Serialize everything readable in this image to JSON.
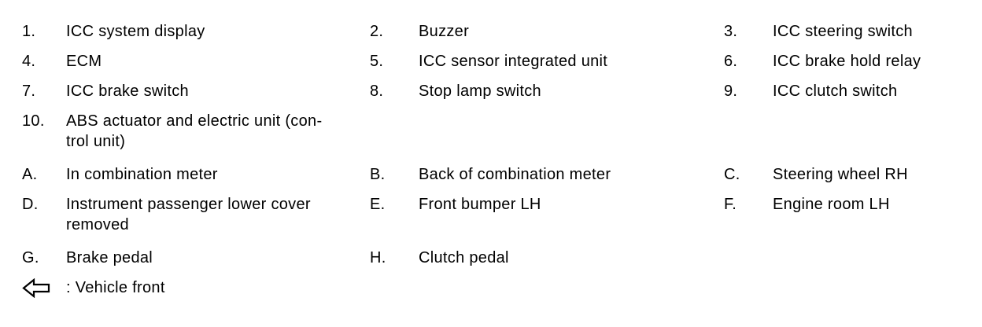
{
  "page": {
    "background": "#ffffff",
    "text_color": "#000000"
  },
  "legend": {
    "rows": [
      {
        "cells": [
          {
            "id": "1.",
            "label": "ICC system display"
          },
          {
            "id": "2.",
            "label": "Buzzer"
          },
          {
            "id": "3.",
            "label": "ICC steering switch"
          }
        ]
      },
      {
        "cells": [
          {
            "id": "4.",
            "label": "ECM"
          },
          {
            "id": "5.",
            "label": "ICC sensor integrated unit"
          },
          {
            "id": "6.",
            "label": "ICC brake hold relay"
          }
        ]
      },
      {
        "cells": [
          {
            "id": "7.",
            "label": "ICC brake switch"
          },
          {
            "id": "8.",
            "label": "Stop lamp switch"
          },
          {
            "id": "9.",
            "label": "ICC clutch switch"
          }
        ]
      },
      {
        "cells": [
          {
            "id": "10.",
            "label": "ABS actuator and electric unit (con-\ntrol unit)"
          }
        ]
      },
      {
        "cells": [
          {
            "id": "A.",
            "label": "In combination meter"
          },
          {
            "id": "B.",
            "label": "Back of combination meter"
          },
          {
            "id": "C.",
            "label": "Steering wheel RH"
          }
        ]
      },
      {
        "cells": [
          {
            "id": "D.",
            "label": "Instrument passenger lower cover\nremoved"
          },
          {
            "id": "E.",
            "label": "Front bumper LH"
          },
          {
            "id": "F.",
            "label": "Engine room LH"
          }
        ]
      },
      {
        "cells": [
          {
            "id": "G.",
            "label": "Brake pedal"
          },
          {
            "id": "H.",
            "label": "Clutch pedal"
          }
        ]
      }
    ],
    "vehicle_front": {
      "icon": "vehicle-front-arrow-icon",
      "label": ": Vehicle front"
    }
  }
}
